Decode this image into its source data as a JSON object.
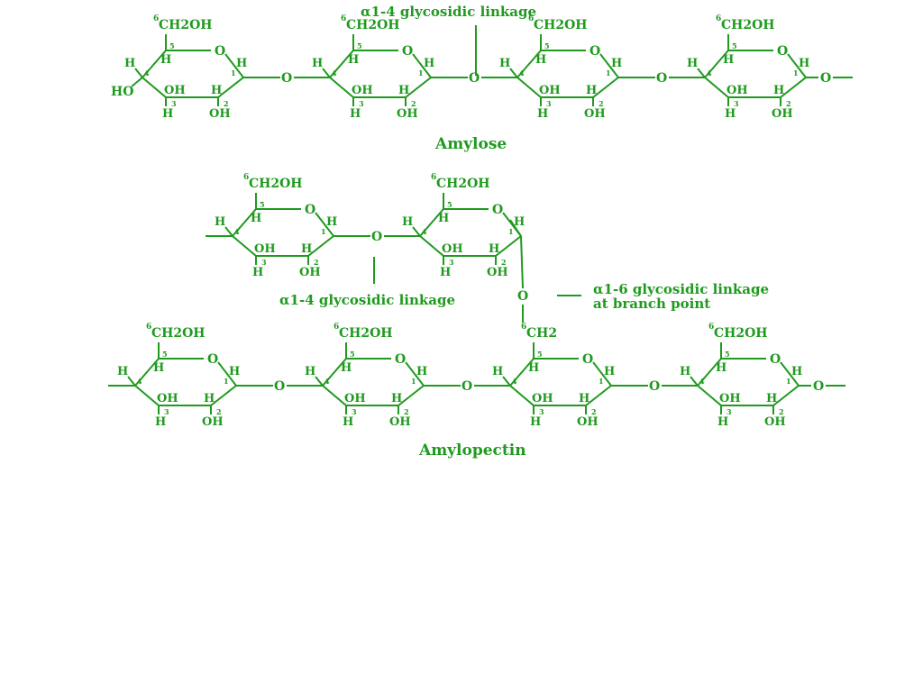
{
  "colors": {
    "structure": "#1f9a1f",
    "background": "#ffffff"
  },
  "glucose_unit": {
    "c6_group": "CH2OH",
    "c6_group_branch": "CH2",
    "c6_number": "6",
    "ring_oxygen": "O",
    "c1_h": "H",
    "c4_h": "H",
    "c5_h": "H",
    "c3_oh": "OH",
    "c2_h": "H",
    "c3_h": "H",
    "c2_oh": "OH",
    "carbon_numbers": [
      "1",
      "2",
      "3",
      "4",
      "5"
    ]
  },
  "linker_oxygen": "O",
  "amylose": {
    "caption": "Amylose",
    "linkage_label": "α1-4 glycosidic linkage",
    "terminal_oh": "HO",
    "unit_count": 4
  },
  "amylopectin": {
    "caption": "Amylopectin",
    "branch_linkage_label": "α1-4 glycosidic linkage",
    "branch_point_label_line1": "α1-6 glycosidic linkage",
    "branch_point_label_line2": "at branch point",
    "branch_unit_count": 2,
    "main_unit_count": 4
  }
}
